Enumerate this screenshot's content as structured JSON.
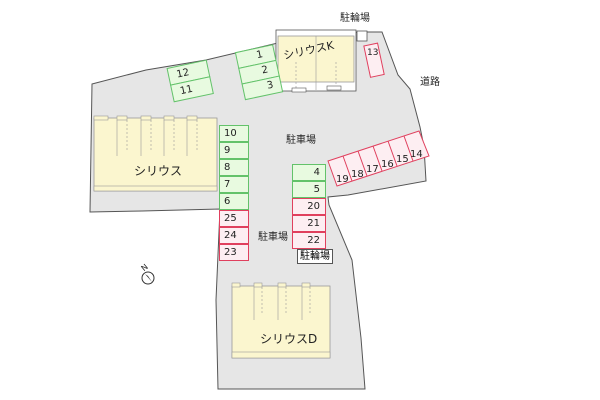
{
  "buildings": {
    "main_west": "シリウス",
    "north_east": "シリウスK",
    "south": "シリウスD"
  },
  "labels": {
    "bicycle_parking_top": "駐輪場",
    "bicycle_parking_mid": "駐輪場",
    "road": "道路",
    "parking_center": "駐車場",
    "parking_lower": "駐車場"
  },
  "parking": {
    "group_12_11": [
      "12",
      "11"
    ],
    "group_1_3": [
      "1",
      "2",
      "3"
    ],
    "slot_13": "13",
    "group_10_6": [
      "10",
      "9",
      "8",
      "7",
      "6"
    ],
    "group_25_23": [
      "25",
      "24",
      "23"
    ],
    "group_4_5": [
      "4",
      "5"
    ],
    "group_20_22": [
      "20",
      "21",
      "22"
    ],
    "group_19_14": [
      "19",
      "18",
      "17",
      "16",
      "15",
      "14"
    ]
  },
  "compass": {
    "letter": "N",
    "icon": "north-arrow-icon"
  },
  "colors": {
    "lot": "#e6e6e6",
    "building": "#fbf6cf",
    "green_slot": "#e8fae0",
    "pink_slot": "#fdeef2"
  }
}
